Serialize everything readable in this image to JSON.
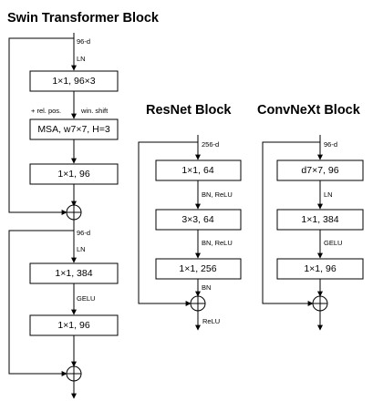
{
  "swin": {
    "title": "Swin Transformer Block",
    "input_dim": "96-d",
    "ln1": "LN",
    "qkv": "1×1, 96×3",
    "rel_pos": "+ rel. pos.",
    "win_shift": "win. shift",
    "msa": "MSA, w7×7, H=3",
    "proj": "1×1, 96",
    "mlp_dim": "96-d",
    "ln2": "LN",
    "fc1": "1×1, 384",
    "gelu": "GELU",
    "fc2": "1×1, 96"
  },
  "resnet": {
    "title": "ResNet Block",
    "input_dim": "256-d",
    "conv1": "1×1, 64",
    "act1": "BN, ReLU",
    "conv2": "3×3, 64",
    "act2": "BN, ReLU",
    "conv3": "1×1, 256",
    "bn": "BN",
    "relu": "ReLU"
  },
  "convnext": {
    "title": "ConvNeXt Block",
    "input_dim": "96-d",
    "dwconv": "d7×7, 96",
    "ln": "LN",
    "pw1": "1×1, 384",
    "gelu": "GELU",
    "pw2": "1×1, 96"
  }
}
